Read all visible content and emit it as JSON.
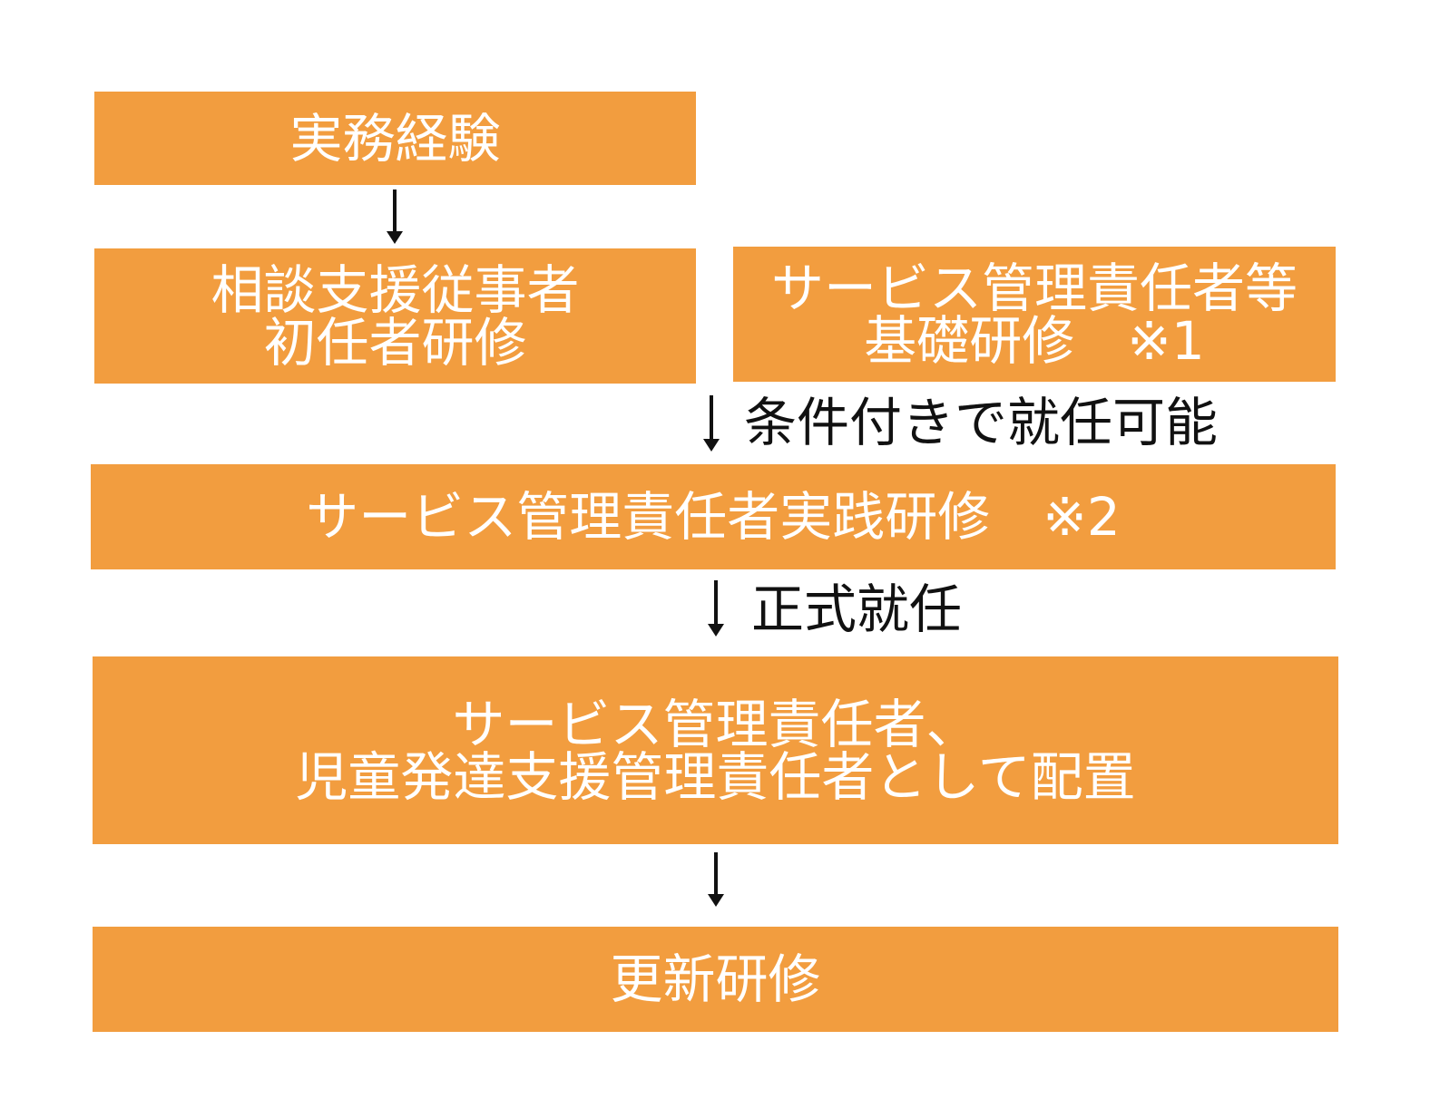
{
  "colors": {
    "box_fill": "#F29D3F",
    "box_text": "#FFFFFF",
    "arrow": "#111111",
    "label_text": "#111111"
  },
  "boxes": {
    "experience": {
      "line1": "実務経験"
    },
    "consult_training": {
      "line1": "相談支援従事者",
      "line2": "初任者研修"
    },
    "basic_training": {
      "line1": "サービス管理責任者等",
      "line2": "基礎研修　※1"
    },
    "practice_training": {
      "line1": "サービス管理責任者実践研修　※2"
    },
    "placement": {
      "line1": "サービス管理責任者、",
      "line2": "児童発達支援管理責任者として配置"
    },
    "renewal_training": {
      "line1": "更新研修"
    }
  },
  "labels": {
    "conditional": "条件付きで就任可能",
    "official": "正式就任"
  }
}
